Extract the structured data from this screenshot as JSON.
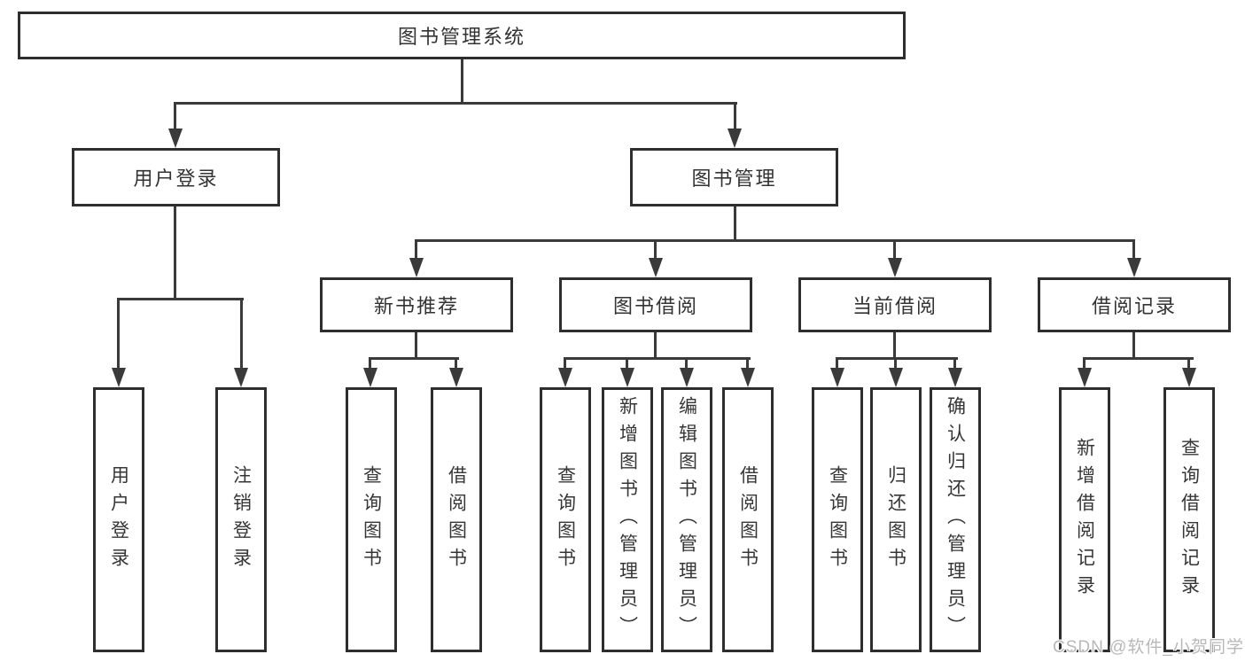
{
  "tree": {
    "label": "图书管理系统",
    "children": [
      {
        "label": "用户登录",
        "children": [
          {
            "label": "用户登录"
          },
          {
            "label": "注销登录"
          }
        ]
      },
      {
        "label": "图书管理",
        "children": [
          {
            "label": "新书推荐",
            "children": [
              {
                "label": "查询图书"
              },
              {
                "label": "借阅图书"
              }
            ]
          },
          {
            "label": "图书借阅",
            "children": [
              {
                "label": "查询图书"
              },
              {
                "label": "新增图书（管理员）"
              },
              {
                "label": "编辑图书（管理员）"
              },
              {
                "label": "借阅图书"
              }
            ]
          },
          {
            "label": "当前借阅",
            "children": [
              {
                "label": "查询图书"
              },
              {
                "label": "归还图书"
              },
              {
                "label": "确认归还（管理员）"
              }
            ]
          },
          {
            "label": "借阅记录",
            "children": [
              {
                "label": "新增借阅记录"
              },
              {
                "label": "查询借阅记录"
              }
            ]
          }
        ]
      }
    ]
  },
  "watermark": {
    "text": "CSDN @软件_小贺同学"
  },
  "colors": {
    "border": "#2e2e2e",
    "line": "#3a3a3a",
    "text": "#333333",
    "watermark": "#b8b8b8"
  }
}
